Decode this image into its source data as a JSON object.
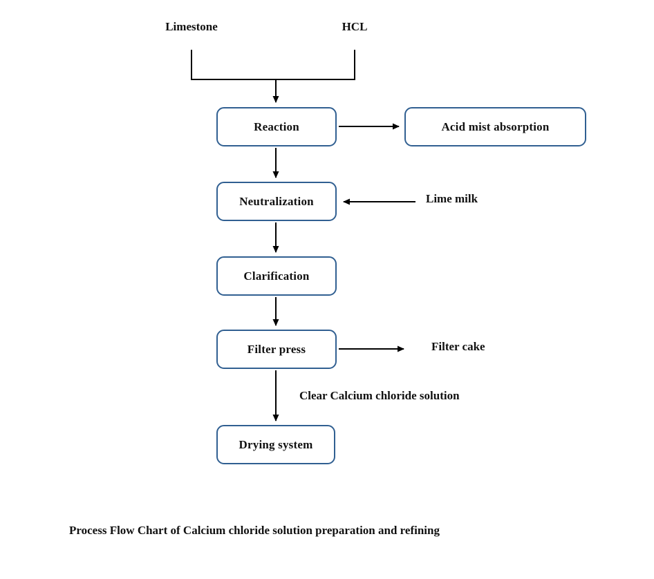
{
  "diagram": {
    "caption": "Process Flow Chart of Calcium chloride solution preparation and refining",
    "inputs": {
      "limestone": "Limestone",
      "hcl": "HCL"
    },
    "boxes": {
      "reaction": "Reaction",
      "acid_mist_absorption": "Acid mist absorption",
      "neutralization": "Neutralization",
      "clarification": "Clarification",
      "filter_press": "Filter press",
      "drying_system": "Drying system"
    },
    "labels": {
      "lime_milk": "Lime milk",
      "filter_cake": "Filter cake",
      "clear_solution": "Clear Calcium chloride solution"
    },
    "colors": {
      "box_border": "#305f91",
      "line": "#000000",
      "text": "#111111",
      "background": "#ffffff"
    }
  }
}
